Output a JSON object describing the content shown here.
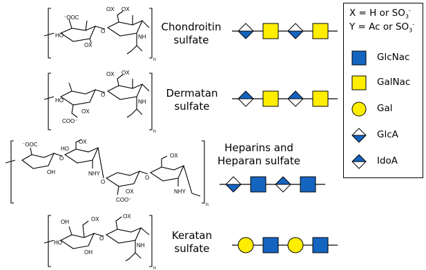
{
  "colors": {
    "blue": "#1565c0",
    "yellow": "#ffee00",
    "stroke": "#000000",
    "line": "#000000"
  },
  "legend": {
    "x_definition": {
      "prefix": "X = H or SO",
      "sub": "3",
      "sup": "-"
    },
    "y_definition": {
      "prefix": "Y = Ac or SO",
      "sub": "3",
      "sup": "-"
    },
    "items": [
      {
        "label": "GlcNac",
        "shape": "square",
        "fill": "blue",
        "icon": "blue-square-icon"
      },
      {
        "label": "GalNac",
        "shape": "square",
        "fill": "yellow",
        "icon": "yellow-square-icon"
      },
      {
        "label": "Gal",
        "shape": "circle",
        "fill": "yellow",
        "icon": "yellow-circle-icon"
      },
      {
        "label": "GlcA",
        "shape": "diamond-lower",
        "fill": "blue",
        "icon": "glca-diamond-icon"
      },
      {
        "label": "IdoA",
        "shape": "diamond-upper",
        "fill": "blue",
        "icon": "idoa-diamond-icon"
      }
    ]
  },
  "rows": [
    {
      "id": "chondroitin",
      "name_lines": [
        "Chondroitin",
        "sulfate"
      ],
      "chain": [
        "diamond-lower",
        "square-yellow",
        "diamond-lower",
        "square-yellow"
      ],
      "labels": {
        "acid": "⁻OOC",
        "ox1": "OX",
        "ox2": "OX",
        "ox3": "OX",
        "ho": "HO",
        "o": "O",
        "nh": "NH",
        "n": "n"
      }
    },
    {
      "id": "dermatan",
      "name_lines": [
        "Dermatan",
        "sulfate"
      ],
      "chain": [
        "diamond-upper",
        "square-yellow",
        "diamond-upper",
        "square-yellow"
      ],
      "labels": {
        "acid": "COO⁻",
        "ox1": "OX",
        "ox2": "OX",
        "ox3": "OX",
        "ho": "HO",
        "o": "O",
        "nh": "NH",
        "n": "n"
      }
    },
    {
      "id": "heparin",
      "name_lines": [
        "Heparins and",
        "Heparan sulfate"
      ],
      "chain": [
        "diamond-lower",
        "square-blue",
        "diamond-upper",
        "square-blue"
      ],
      "labels": {
        "acid1": "⁻OOC",
        "acid2": "COO⁻",
        "ox": "OX",
        "oh": "OH",
        "ho": "HO",
        "o": "O",
        "nhy": "NHY",
        "n": "n"
      }
    },
    {
      "id": "keratan",
      "name_lines": [
        "Keratan",
        "sulfate"
      ],
      "chain": [
        "circle-yellow",
        "square-blue",
        "circle-yellow",
        "square-blue"
      ],
      "labels": {
        "oh": "OH",
        "ox": "OX",
        "ho": "HO",
        "o": "O",
        "nh": "NH",
        "n": "n"
      }
    }
  ]
}
